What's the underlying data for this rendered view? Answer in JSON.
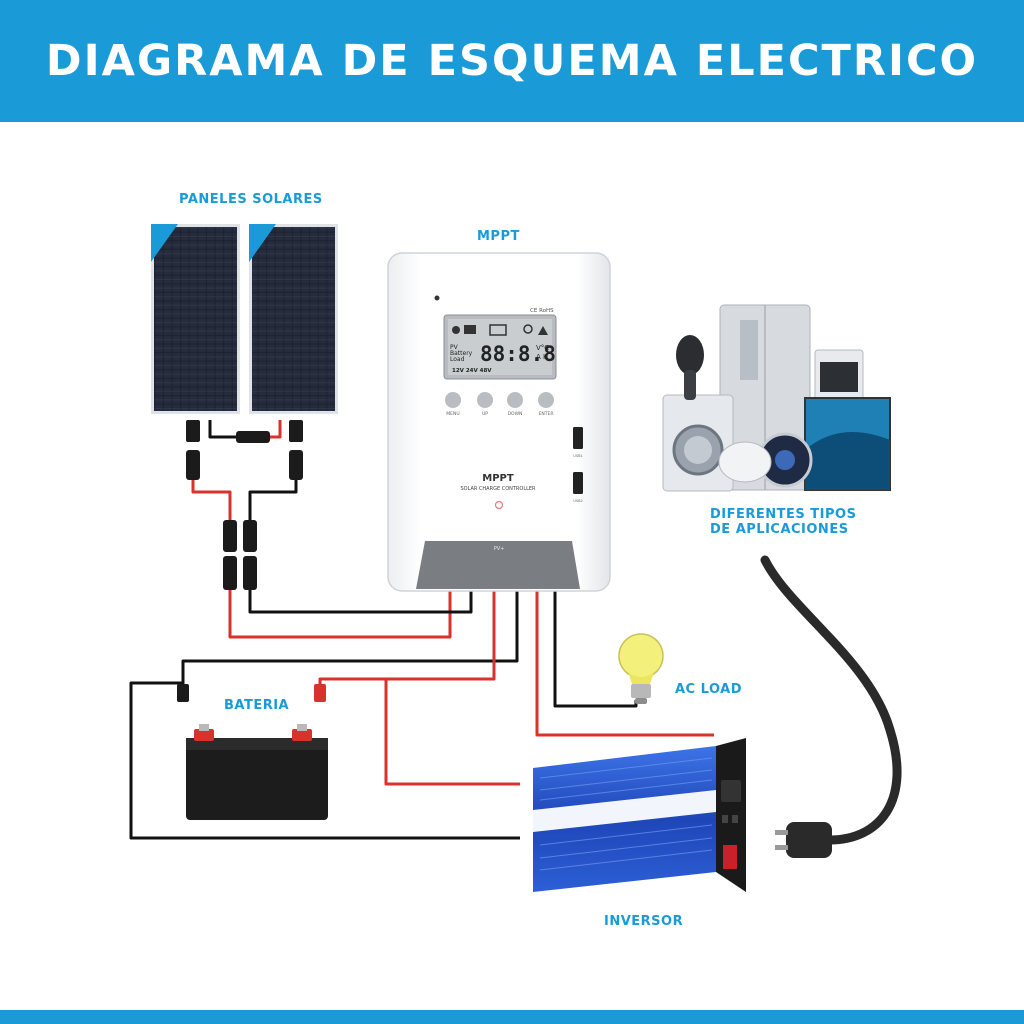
{
  "header": {
    "title": "DIAGRAMA DE ESQUEMA ELECTRICO"
  },
  "labels": {
    "solar_panels": "PANELES SOLARES",
    "mppt": "MPPT",
    "applications_line1": "DIFERENTES TIPOS",
    "applications_line2": "DE APLICACIONES",
    "battery": "BATERIA",
    "ac_load": "AC LOAD",
    "inverter": "INVERSOR"
  },
  "controller": {
    "cert": "CE RoHS",
    "lcd_digits": "88:8.8",
    "lcd_left_1": "PV",
    "lcd_left_2": "Battery",
    "lcd_left_3": "Load",
    "lcd_units_1": "V°C",
    "lcd_units_2": "A H",
    "lcd_voltages": "12V  24V  48V",
    "buttons": [
      "MENU",
      "UP",
      "DOWN",
      "ENTER"
    ],
    "usb_1": "USB1",
    "usb_2": "USB2",
    "brand": "MPPT",
    "subtitle": "SOLAR CHARGE CONTROLLER",
    "base_label": "PV+"
  },
  "colors": {
    "accent": "#1a9ad6",
    "wire_red": "#d9312b",
    "wire_black": "#111111",
    "inverter_blue": "#2f5fd0"
  },
  "icons": {
    "controller_sun": "sun-icon",
    "controller_panel": "solar-panel-icon",
    "controller_battery": "battery-icon",
    "controller_bulb": "bulb-icon",
    "controller_warning": "warning-icon",
    "ac_load": "light-bulb-icon",
    "plug": "power-plug-icon"
  }
}
